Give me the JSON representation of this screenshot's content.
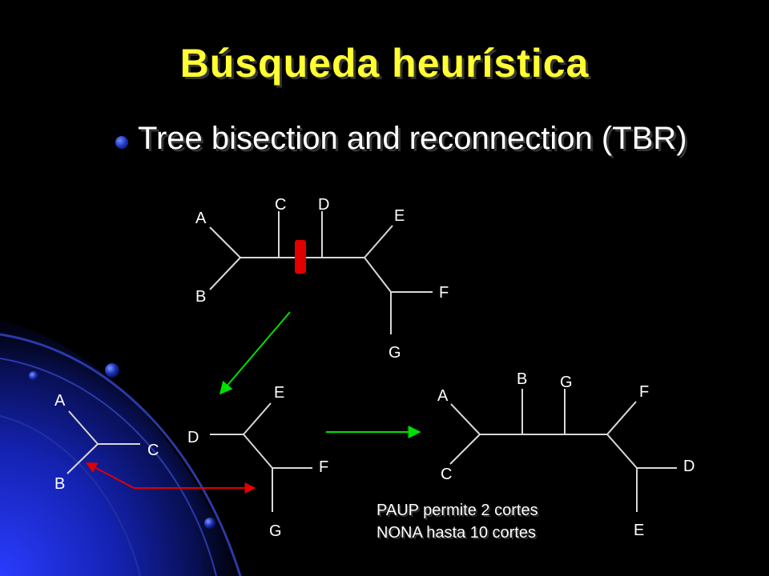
{
  "title": "Búsqueda heurística",
  "bullet": "Tree bisection and reconnection (TBR)",
  "note": {
    "line1": "PAUP permite  2 cortes",
    "line2": "NONA hasta 10 cortes"
  },
  "tree_top": {
    "leaves": {
      "A": "A",
      "B": "B",
      "C": "C",
      "D": "D",
      "E": "E",
      "F": "F",
      "G": "G"
    }
  },
  "tree_left": {
    "leaves": {
      "A": "A",
      "B": "B",
      "C": "C"
    }
  },
  "tree_mid": {
    "leaves": {
      "D": "D",
      "E": "E",
      "F": "F",
      "G": "G"
    }
  },
  "tree_right": {
    "leaves": {
      "A": "A",
      "B": "B",
      "C": "C",
      "D": "D",
      "E": "E",
      "F": "F",
      "G": "G"
    }
  },
  "colors": {
    "title": "#ffff33",
    "text": "#ffffff",
    "branch_line": "#d8d8d8",
    "cut_marker": "#e00000",
    "arrow_green": "#00e000",
    "arrow_red": "#e00000",
    "background": "#000000",
    "accent_blue": "#1a2fb8"
  }
}
